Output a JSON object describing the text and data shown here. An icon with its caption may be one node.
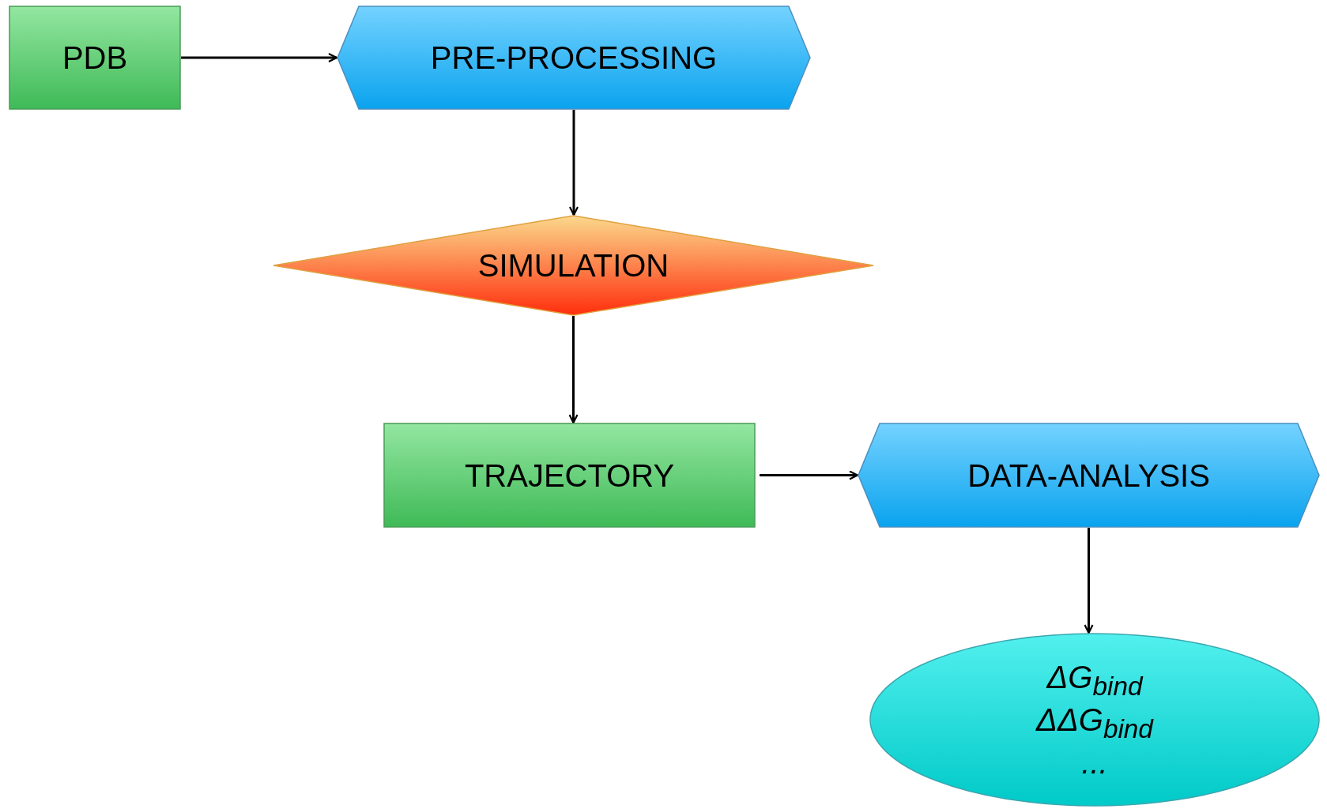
{
  "diagram": {
    "nodes": [
      {
        "text": [
          "PDB"
        ]
      },
      {
        "text": [
          "PRE-PROCESSING"
        ]
      },
      {
        "text": [
          "SIMULATION"
        ]
      },
      {
        "text": [
          "TRAJECTORY"
        ]
      },
      {
        "text": [
          "DATA-ANALYSIS"
        ]
      },
      {
        "text": [
          "ΔG$_{bind}$",
          "ΔΔG$_{bind}$",
          "..."
        ]
      }
    ],
    "edges": [
      {
        "from": 0,
        "to": 1,
        "arrow": "to"
      },
      {
        "from": 1,
        "to": 2,
        "arrow": "to"
      },
      {
        "from": 2,
        "to": 3,
        "arrow": "to"
      },
      {
        "from": 3,
        "to": 4,
        "arrow": "to"
      },
      {
        "from": 4,
        "to": 5,
        "arrow": "to"
      }
    ]
  }
}
